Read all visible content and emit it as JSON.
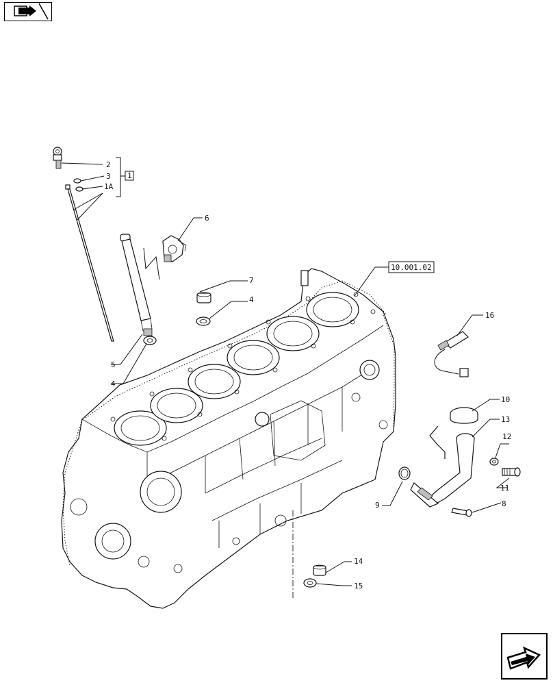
{
  "navigation": {
    "previous_icon": "book-arrow-icon",
    "next_icon": "next-page-arrow-icon"
  },
  "reference_box": "10.001.02",
  "kit_label": "1",
  "callouts": [
    {
      "id": "c2",
      "text": "2"
    },
    {
      "id": "c3",
      "text": "3"
    },
    {
      "id": "c1a",
      "text": "1A"
    },
    {
      "id": "c6",
      "text": "6"
    },
    {
      "id": "c7",
      "text": "7"
    },
    {
      "id": "c4a",
      "text": "4"
    },
    {
      "id": "c5",
      "text": "5"
    },
    {
      "id": "c4b",
      "text": "4"
    },
    {
      "id": "c16",
      "text": "16"
    },
    {
      "id": "c10",
      "text": "10"
    },
    {
      "id": "c13",
      "text": "13"
    },
    {
      "id": "c12",
      "text": "12"
    },
    {
      "id": "c11",
      "text": "11"
    },
    {
      "id": "c9",
      "text": "9"
    },
    {
      "id": "c8",
      "text": "8"
    },
    {
      "id": "c14",
      "text": "14"
    },
    {
      "id": "c15",
      "text": "15"
    }
  ]
}
